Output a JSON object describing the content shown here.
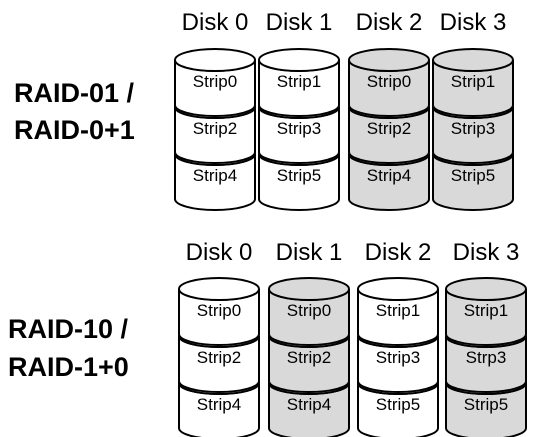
{
  "colors": {
    "white_disk": "#ffffff",
    "gray_disk": "#d9d9d9",
    "stroke": "#000000"
  },
  "sections": [
    {
      "id": "raid01",
      "label_lines": [
        "RAID-01  /",
        "RAID-0+1"
      ],
      "disks": [
        {
          "label": "Disk 0",
          "shade": "white",
          "strips": [
            "Strip0",
            "Strip2",
            "Strip4"
          ]
        },
        {
          "label": "Disk 1",
          "shade": "white",
          "strips": [
            "Strip1",
            "Strip3",
            "Strip5"
          ]
        },
        {
          "label": "Disk 2",
          "shade": "gray",
          "strips": [
            "Strip0",
            "Strip2",
            "Strip4"
          ]
        },
        {
          "label": "Disk 3",
          "shade": "gray",
          "strips": [
            "Strip1",
            "Strip3",
            "Strip5"
          ]
        }
      ]
    },
    {
      "id": "raid10",
      "label_lines": [
        "RAID-10  /",
        "RAID-1+0"
      ],
      "disks": [
        {
          "label": "Disk 0",
          "shade": "white",
          "strips": [
            "Strip0",
            "Strip2",
            "Strip4"
          ]
        },
        {
          "label": "Disk 1",
          "shade": "gray",
          "strips": [
            "Strip0",
            "Strip2",
            "Strip4"
          ]
        },
        {
          "label": "Disk 2",
          "shade": "white",
          "strips": [
            "Strip1",
            "Strip3",
            "Strip5"
          ]
        },
        {
          "label": "Disk 3",
          "shade": "gray",
          "strips": [
            "Strip1",
            "Strp3",
            "Strip5"
          ]
        }
      ]
    }
  ]
}
